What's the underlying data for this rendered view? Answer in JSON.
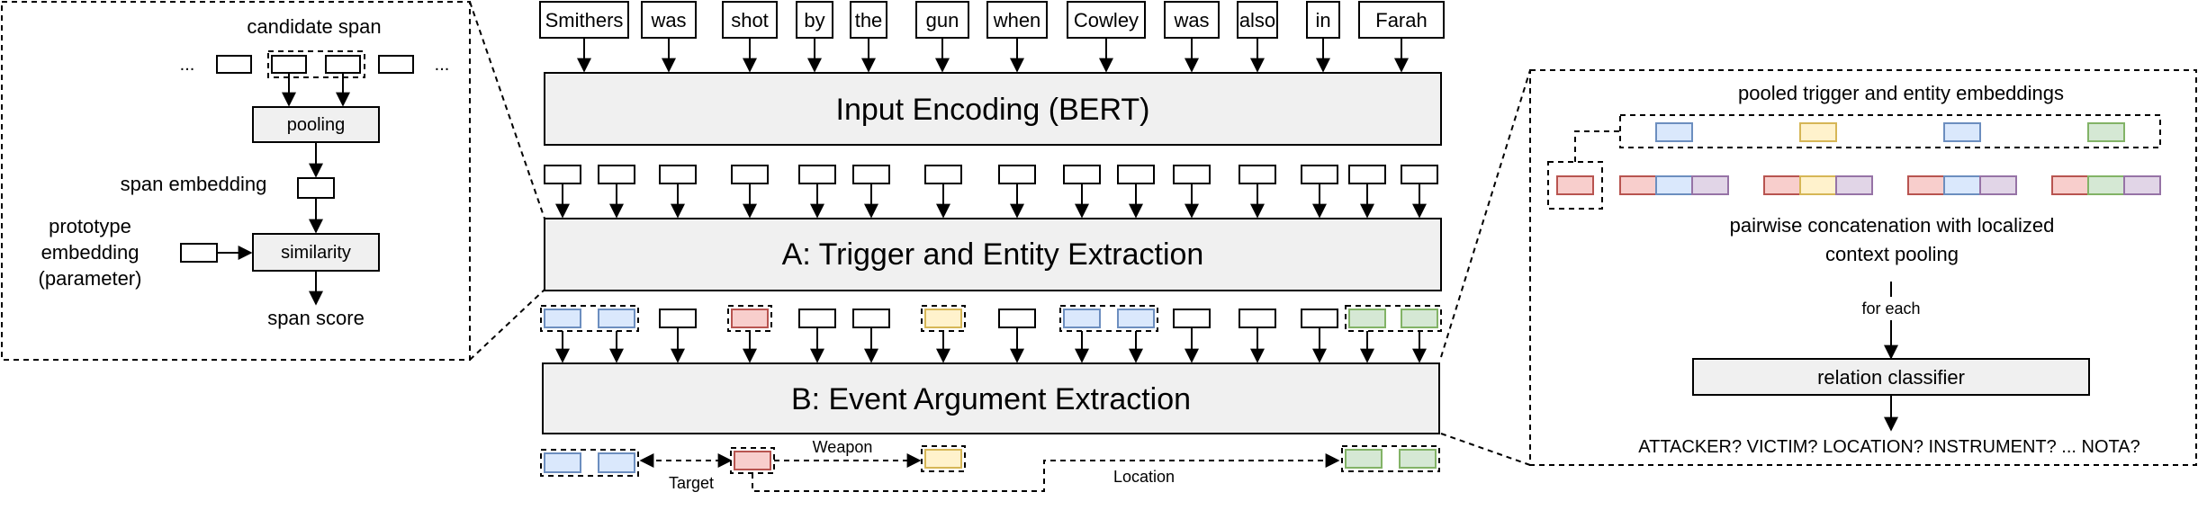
{
  "tokens": [
    "Smithers",
    "was",
    "shot",
    "by",
    "the",
    "gun",
    "when",
    "Cowley",
    "was",
    "also",
    "in",
    "Farah"
  ],
  "modules": {
    "encoding": "Input Encoding (BERT)",
    "extraction": "A: Trigger and Entity Extraction",
    "argument": "B: Event Argument Extraction"
  },
  "span_detail": {
    "candidate_span": "candidate span",
    "ellipsis": "...",
    "pooling": "pooling",
    "span_embedding": "span embedding",
    "prototype_line1": "prototype",
    "prototype_line2": "embedding",
    "prototype_line3": "(parameter)",
    "similarity": "similarity",
    "span_score": "span score"
  },
  "relation_detail": {
    "pooled_label": "pooled trigger and entity embeddings",
    "concat_line1": "pairwise concatenation with localized",
    "concat_line2": "context pooling",
    "for_each": "for each",
    "classifier": "relation classifier",
    "outputs": "ATTACKER? VICTIM? LOCATION? INSTRUMENT? ... NOTA?"
  },
  "argument_labels": {
    "weapon": "Weapon",
    "target": "Target",
    "location": "Location"
  },
  "colors": {
    "entity_blue": "#dae8fc",
    "trigger_red": "#f8cecc",
    "instrument_yellow": "#fff2cc",
    "location_green": "#d5e8d4",
    "context_purple": "#e1d5e7",
    "module_grey": "#f0f0f0"
  }
}
